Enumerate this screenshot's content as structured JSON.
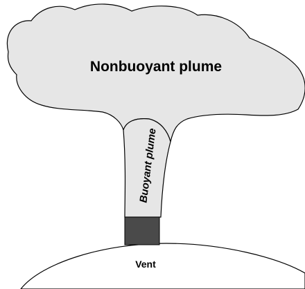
{
  "diagram": {
    "labels": {
      "nonbuoyant": "Nonbuoyant plume",
      "buoyant": "Buoyant plume",
      "vent": "Vent"
    },
    "colors": {
      "plume_fill": "#e6e6e6",
      "vent_fill": "#4a4a4a",
      "outline": "#000000",
      "background": "#ffffff"
    }
  }
}
